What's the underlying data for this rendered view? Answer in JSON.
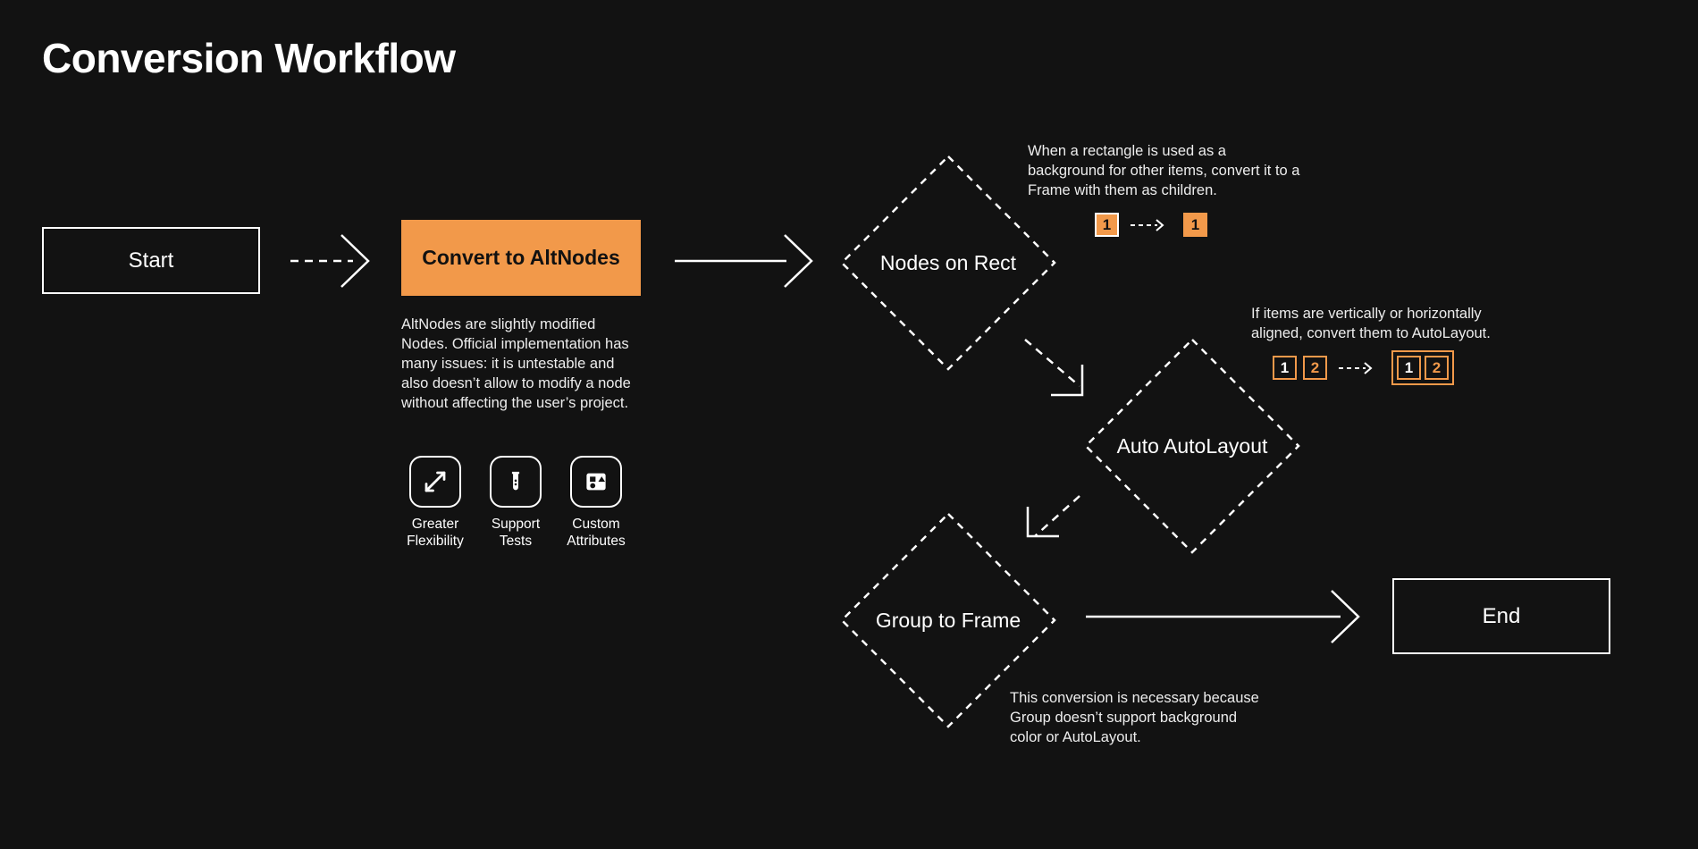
{
  "page": {
    "title": "Conversion Workflow",
    "background_color": "#121212",
    "accent_color": "#f2994a",
    "text_color": "#ffffff"
  },
  "nodes": {
    "start": {
      "label": "Start",
      "type": "terminator"
    },
    "convert": {
      "label": "Convert to AltNodes",
      "type": "process",
      "fill": "#f2994a",
      "description": "AltNodes are slightly modified Nodes. Official implementation has many issues: it is untestable and also doesn’t allow to modify a node without affecting the user’s project."
    },
    "nodes_on_rect": {
      "label": "Nodes on Rect",
      "type": "decision"
    },
    "auto_autolayout": {
      "label": "Auto AutoLayout",
      "type": "decision"
    },
    "group_to_frame": {
      "label": "Group to Frame",
      "type": "decision"
    },
    "end": {
      "label": "End",
      "type": "terminator"
    }
  },
  "features": [
    {
      "icon": "expand-arrows-icon",
      "label": "Greater\nFlexibility"
    },
    {
      "icon": "test-tube-icon",
      "label": "Support\nTests"
    },
    {
      "icon": "shapes-icon",
      "label": "Custom\nAttributes"
    }
  ],
  "annotations": {
    "nodes_on_rect": {
      "text": "When a rectangle is used as a background for other items, convert it to a Frame with them as children.",
      "before": [
        {
          "label": "1",
          "style": "framed"
        }
      ],
      "after": [
        {
          "label": "1",
          "style": "plain"
        }
      ]
    },
    "auto_autolayout": {
      "text": "If items are vertically or horizontally aligned, convert them to AutoLayout.",
      "before": [
        {
          "label": "1",
          "style": "outline"
        },
        {
          "label": "2",
          "style": "outline-alt"
        }
      ],
      "after_group": [
        {
          "label": "1",
          "style": "outline"
        },
        {
          "label": "2",
          "style": "outline-alt"
        }
      ]
    },
    "group_to_frame": {
      "text": "This conversion is necessary because Group doesn’t support background color or AutoLayout."
    }
  },
  "edges": [
    {
      "from": "start",
      "to": "convert",
      "style": "dashed"
    },
    {
      "from": "convert",
      "to": "nodes_on_rect",
      "style": "solid"
    },
    {
      "from": "nodes_on_rect",
      "to": "auto_autolayout",
      "style": "dashed-diagonal"
    },
    {
      "from": "auto_autolayout",
      "to": "group_to_frame",
      "style": "dashed-diagonal"
    },
    {
      "from": "group_to_frame",
      "to": "end",
      "style": "solid"
    }
  ]
}
